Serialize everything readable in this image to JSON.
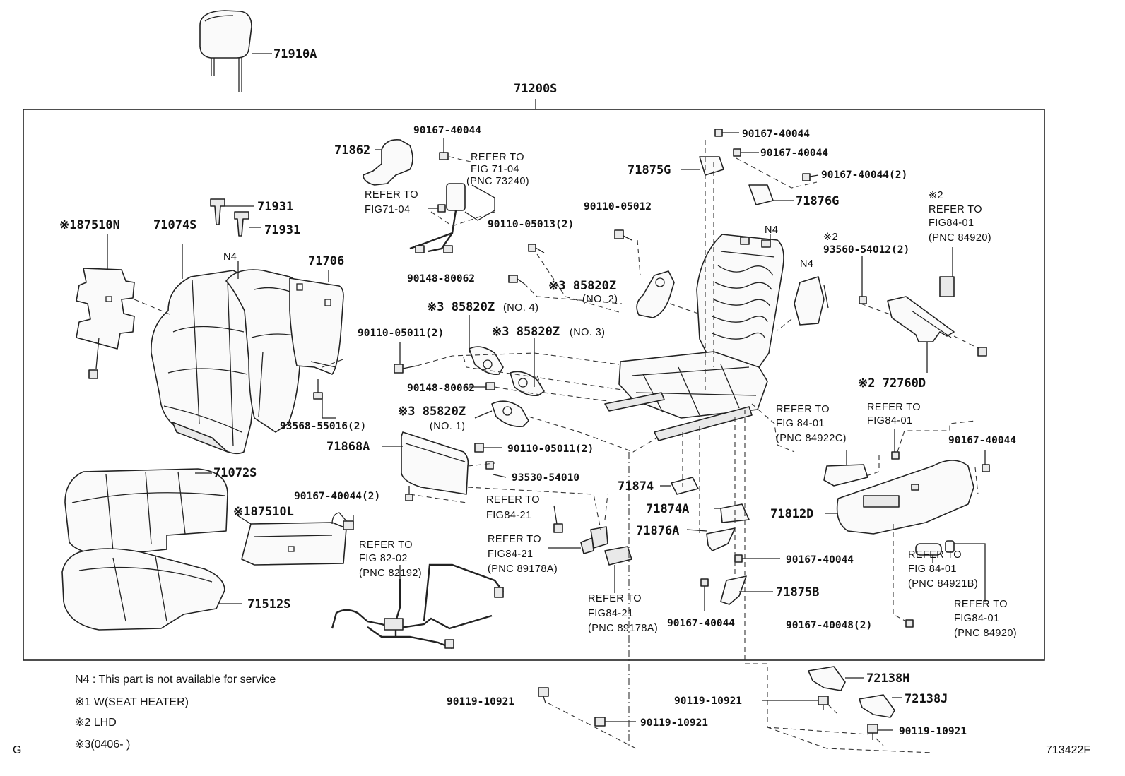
{
  "parts": {
    "p71910A": "71910A",
    "p71200S": "71200S",
    "p71862": "71862",
    "p90167_40044_a": "90167-40044",
    "p90167_40044_b": "90167-40044",
    "p90167_40044_c": "90167-40044",
    "p90167_40044_2": "90167-40044(2)",
    "p71875G": "71875G",
    "p71876G": "71876G",
    "p90110_05012": "90110-05012",
    "p90110_05013_2": "90110-05013(2)",
    "p93560_54012_2": "93560-54012(2)",
    "p71931_a": "71931",
    "p71931_b": "71931",
    "p187510N": "※187510N",
    "p71074S": "71074S",
    "p71706": "71706",
    "p90148_80062_a": "90148-80062",
    "p85820Z_no2": "※3 85820Z",
    "p85820Z_no4": "※3 85820Z",
    "p85820Z_no3": "※3 85820Z",
    "p85820Z_no1": "※3 85820Z",
    "p90110_05011_2a": "90110-05011(2)",
    "p90148_80062_b": "90148-80062",
    "p93568_55016_2": "93568-55016(2)",
    "p72760D": "※2  72760D",
    "p71868A": "71868A",
    "p90110_05011_2b": "90110-05011(2)",
    "p93530_54010": "93530-54010",
    "p71072S": "71072S",
    "p90167_40044_2b": "90167-40044(2)",
    "p187510L": "※187510L",
    "p71874": "71874",
    "p71874A": "71874A",
    "p71876A": "71876A",
    "p71812D": "71812D",
    "p90167_40044_d": "90167-40044",
    "p90167_40044_e": "90167-40044",
    "p71512S": "71512S",
    "p71875B": "71875B",
    "p90167_40044_f": "90167-40044",
    "p90167_40048_2": "90167-40048(2)",
    "p72138H": "72138H",
    "p72138J": "72138J",
    "p90119_a": "90119-10921",
    "p90119_b": "90119-10921",
    "p90119_c": "90119-10921",
    "p90119_d": "90119-10921"
  },
  "qualifiers": {
    "no2": "(NO. 2)",
    "no4": "(NO. 4)",
    "no3": "(NO. 3)",
    "no1": "(NO. 1)",
    "n4_a": "N4",
    "n4_b": "N4",
    "n4_c": "N4",
    "x2_a": "※2",
    "x2_b": "※2"
  },
  "refs": {
    "r1_l1": "REFER TO",
    "r1_l2": "FIG 71-04",
    "r1_l3": "(PNC 73240)",
    "r2_l1": "REFER TO",
    "r2_l2": "FIG71-04",
    "r3_l1": "REFER TO",
    "r3_l2": "FIG84-01",
    "r3_l3": "(PNC 84920)",
    "r4_l1": "REFER TO",
    "r4_l2": "FIG 84-01",
    "r4_l3": "(PNC 84922C)",
    "r5_l1": "REFER TO",
    "r5_l2": "FIG84-01",
    "r6_l1": "REFER TO",
    "r6_l2": "FIG84-21",
    "r7_l1": "REFER TO",
    "r7_l2": "FIG84-21",
    "r7_l3": "(PNC 89178A)",
    "r8_l1": "REFER TO",
    "r8_l2": "FIG 82-02",
    "r8_l3": "(PNC 82192)",
    "r9_l1": "REFER TO",
    "r9_l2": "FIG84-21",
    "r9_l3": "(PNC 89178A)",
    "r10_l1": "REFER TO",
    "r10_l2": "FIG 84-01",
    "r10_l3": "(PNC 84921B)",
    "r11_l1": "REFER TO",
    "r11_l2": "FIG84-01",
    "r11_l3": "(PNC 84920)"
  },
  "notes": {
    "n4": "N4 : This part is not available for service",
    "x1": "※1 W(SEAT HEATER)",
    "x2": "※2 LHD",
    "x3": "※3(0406-      )"
  },
  "corner": {
    "left": "G",
    "right": "713422F"
  }
}
